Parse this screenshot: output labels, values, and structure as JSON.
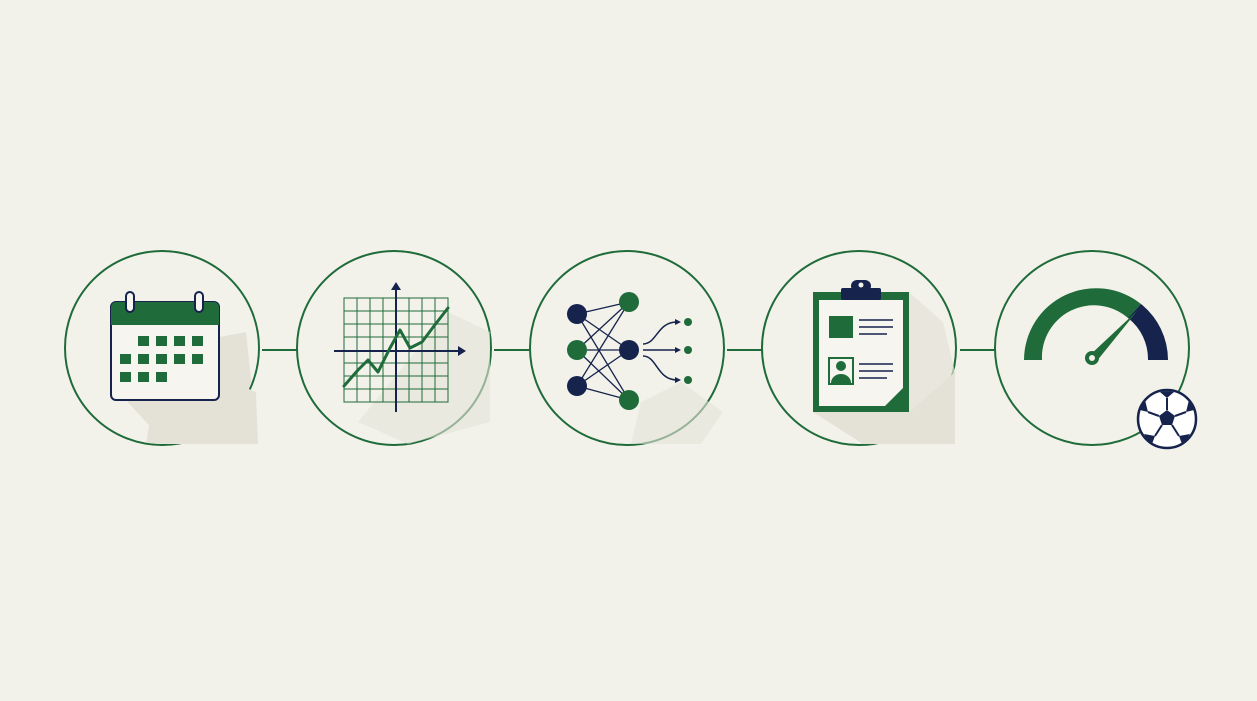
{
  "diagram": {
    "steps": [
      {
        "id": "schedule",
        "icon": "calendar-icon"
      },
      {
        "id": "trend",
        "icon": "line-chart-icon"
      },
      {
        "id": "model",
        "icon": "neural-network-icon"
      },
      {
        "id": "report",
        "icon": "clipboard-report-icon"
      },
      {
        "id": "performance",
        "icon": "gauge-icon",
        "badge": "soccer-ball-icon"
      }
    ],
    "colors": {
      "background": "#f3f2ea",
      "green": "#1f6b3a",
      "navy": "#15234d",
      "shadow": "#e2e0d4"
    }
  }
}
